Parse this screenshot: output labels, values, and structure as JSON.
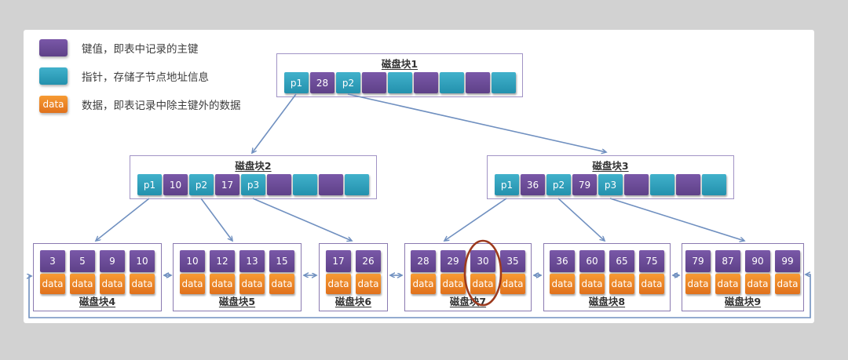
{
  "legend": {
    "items": [
      {
        "name": "key",
        "swatch_label": "",
        "label": "键值，即表中记录的主键"
      },
      {
        "name": "pointer",
        "swatch_label": "",
        "label": "指针，存储子节点地址信息"
      },
      {
        "name": "data",
        "swatch_label": "data",
        "label": "数据，即表记录中除主键外的数据"
      }
    ]
  },
  "colors": {
    "background": "#d2d2d2",
    "panel": "#ffffff",
    "key_cell": "#6a4a93",
    "pointer_cell": "#2e9db8",
    "data_cell": "#ed7d31",
    "arrow": "#7090c0",
    "highlight_circle": "#9c3a1e"
  },
  "internal_blocks": [
    {
      "title": "磁盘块1",
      "cells": [
        {
          "type": "pointer",
          "label": "p1"
        },
        {
          "type": "key",
          "label": "28"
        },
        {
          "type": "pointer",
          "label": "p2"
        },
        {
          "type": "key",
          "label": ""
        },
        {
          "type": "pointer",
          "label": ""
        },
        {
          "type": "key",
          "label": ""
        },
        {
          "type": "pointer",
          "label": ""
        },
        {
          "type": "key",
          "label": ""
        },
        {
          "type": "pointer",
          "label": ""
        }
      ]
    },
    {
      "title": "磁盘块2",
      "cells": [
        {
          "type": "pointer",
          "label": "p1"
        },
        {
          "type": "key",
          "label": "10"
        },
        {
          "type": "pointer",
          "label": "p2"
        },
        {
          "type": "key",
          "label": "17"
        },
        {
          "type": "pointer",
          "label": "p3"
        },
        {
          "type": "key",
          "label": ""
        },
        {
          "type": "pointer",
          "label": ""
        },
        {
          "type": "key",
          "label": ""
        },
        {
          "type": "pointer",
          "label": ""
        }
      ]
    },
    {
      "title": "磁盘块3",
      "cells": [
        {
          "type": "pointer",
          "label": "p1"
        },
        {
          "type": "key",
          "label": "36"
        },
        {
          "type": "pointer",
          "label": "p2"
        },
        {
          "type": "key",
          "label": "79"
        },
        {
          "type": "pointer",
          "label": "p3"
        },
        {
          "type": "key",
          "label": ""
        },
        {
          "type": "pointer",
          "label": ""
        },
        {
          "type": "key",
          "label": ""
        },
        {
          "type": "pointer",
          "label": ""
        }
      ]
    }
  ],
  "leaf_blocks": [
    {
      "title": "磁盘块4",
      "data_label": "data",
      "keys": [
        "3",
        "5",
        "9",
        "10"
      ],
      "highlighted_keys": []
    },
    {
      "title": "磁盘块5",
      "data_label": "data",
      "keys": [
        "10",
        "12",
        "13",
        "15"
      ],
      "highlighted_keys": []
    },
    {
      "title": "磁盘块6",
      "data_label": "data",
      "keys": [
        "17",
        "26"
      ],
      "highlighted_keys": []
    },
    {
      "title": "磁盘块7",
      "data_label": "data",
      "keys": [
        "28",
        "29",
        "30",
        "35"
      ],
      "highlighted_keys": [
        "30"
      ]
    },
    {
      "title": "磁盘块8",
      "data_label": "data",
      "keys": [
        "36",
        "60",
        "65",
        "75"
      ],
      "highlighted_keys": []
    },
    {
      "title": "磁盘块9",
      "data_label": "data",
      "keys": [
        "79",
        "87",
        "90",
        "99"
      ],
      "highlighted_keys": []
    }
  ]
}
